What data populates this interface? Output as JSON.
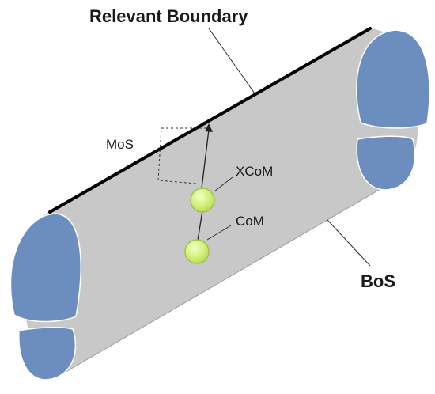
{
  "labels": {
    "relevant_boundary": "Relevant Boundary",
    "mos": "MoS",
    "xcom": "XCoM",
    "com": "CoM",
    "bos": "BoS"
  },
  "colors": {
    "bos_fill": "#c8c8c8",
    "foot_fill": "#6b8ebf",
    "foot_outline": "#ffffff",
    "boundary_line": "#000000",
    "marker_fill": "#cdf07a",
    "marker_outline": "#9fc24a"
  }
}
